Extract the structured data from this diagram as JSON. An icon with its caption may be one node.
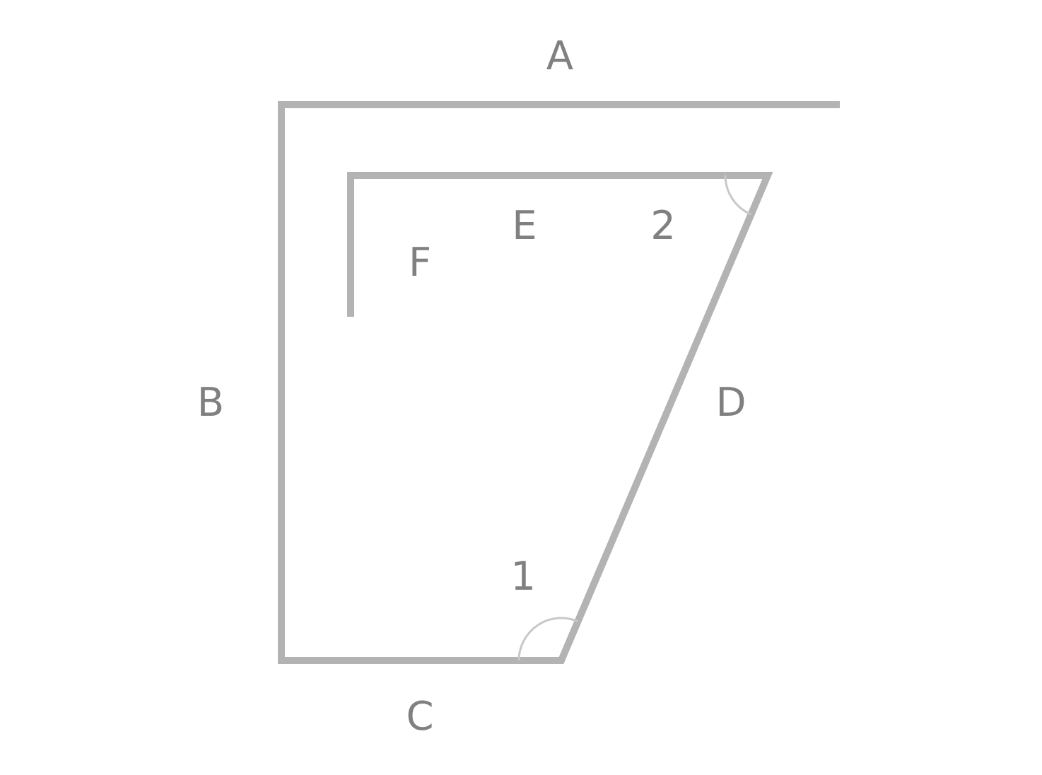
{
  "diagram": {
    "labels": [
      "A",
      "E",
      "2",
      "F",
      "B",
      "D",
      "1",
      "C"
    ]
  }
}
